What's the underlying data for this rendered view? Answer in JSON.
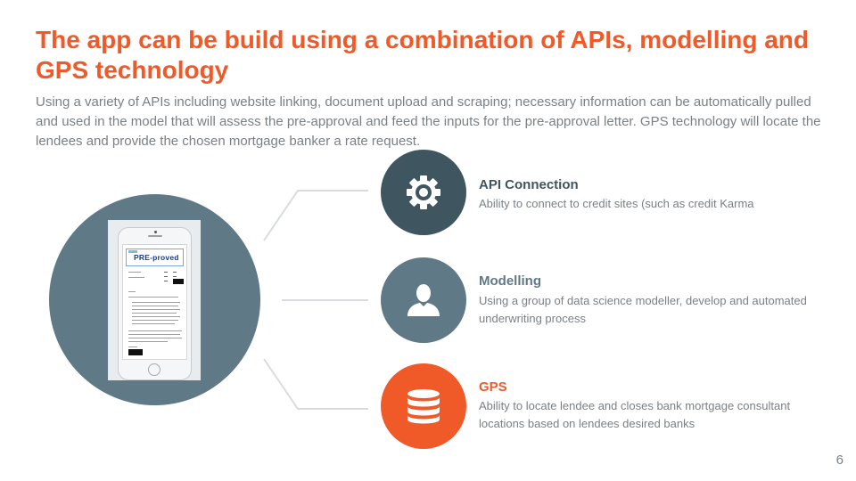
{
  "slide": {
    "title": "The app can be build using a combination of APIs, modelling and GPS technology",
    "subtitle": "Using a variety of APIs including website linking, document upload and scraping; necessary information can be automatically pulled and used in the model that will assess the pre-approval and feed the inputs for the pre-approval letter. GPS technology will locate the lendees and provide the chosen mortgage banker a rate request.",
    "page_number": "6"
  },
  "phone": {
    "logo_text": "PRE-proved"
  },
  "items": [
    {
      "title": "API Connection",
      "description": "Ability to connect to credit sites (such as credit Karma",
      "icon": "gear-icon",
      "color": "#3f5560"
    },
    {
      "title": "Modelling",
      "description": "Using a group of data science modeller, develop and automated underwriting process",
      "icon": "user-icon",
      "color": "#5f7986"
    },
    {
      "title": "GPS",
      "description": "Ability to locate lendee and closes bank mortgage consultant locations based on lendees desired banks",
      "icon": "database-icon",
      "color": "#f05a28"
    }
  ],
  "colors": {
    "accent": "#f05a28",
    "dark_slate": "#3f5560",
    "slate": "#5f7986",
    "body_text": "#7b8085"
  }
}
